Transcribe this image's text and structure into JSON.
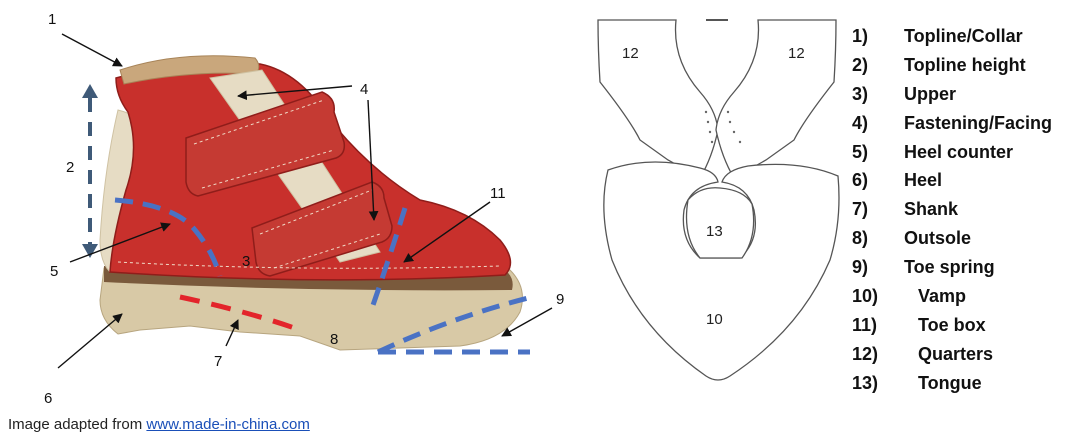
{
  "shoe_callouts": [
    "1",
    "2",
    "3",
    "4",
    "5",
    "6",
    "7",
    "8",
    "9",
    "11"
  ],
  "pattern_labels": {
    "quarters_left": "12",
    "quarters_right": "12",
    "tongue": "13",
    "vamp": "10"
  },
  "legend": [
    {
      "num": "1)",
      "term": "Topline/Collar"
    },
    {
      "num": "2)",
      "term": "Topline height"
    },
    {
      "num": "3)",
      "term": "Upper"
    },
    {
      "num": "4)",
      "term": "Fastening/Facing"
    },
    {
      "num": "5)",
      "term": "Heel counter"
    },
    {
      "num": "6)",
      "term": "Heel"
    },
    {
      "num": "7)",
      "term": "Shank"
    },
    {
      "num": "8)",
      "term": "Outsole"
    },
    {
      "num": "9)",
      "term": "Toe spring"
    },
    {
      "num": "10)",
      "term": "Vamp"
    },
    {
      "num": "11)",
      "term": "Toe box"
    },
    {
      "num": "12)",
      "term": "Quarters"
    },
    {
      "num": "13)",
      "term": "Tongue"
    }
  ],
  "caption": {
    "prefix": "Image adapted from ",
    "link": "www.made-in-china.com"
  },
  "colors": {
    "shoe_red": "#c8302c",
    "shoe_dark_red": "#8f1d1a",
    "beige": "#e6dcc4",
    "sole": "#d8c9a6",
    "welt_brown": "#7a5a3c",
    "blue_dash": "#4a72c4",
    "red_dash": "#e3242b",
    "arrow_dash": "#3f5a78",
    "pattern_stroke": "#555555"
  }
}
